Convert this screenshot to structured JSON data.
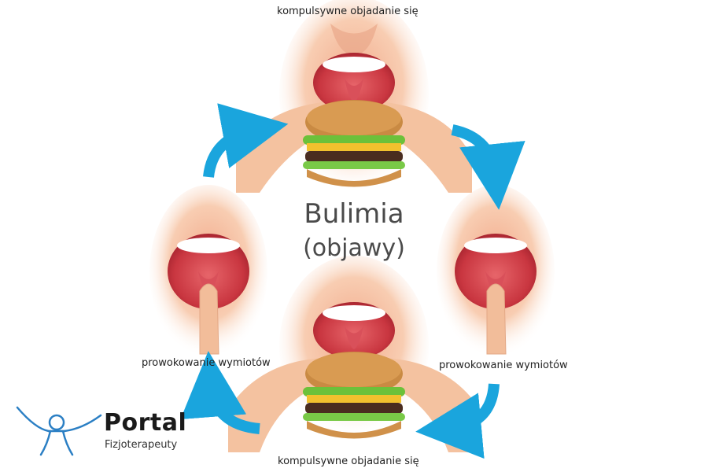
{
  "labels": {
    "top": "kompulsywne objadanie się",
    "bottom": "kompulsywne objadanie się",
    "left": "prowokowanie wymiotów",
    "right": "prowokowanie wymiotów"
  },
  "title": {
    "main": "Bulimia",
    "sub": "(objawy)"
  },
  "logo": {
    "name": "Portal",
    "sub": "Fizjoterapeuty",
    "icon": "stick-figure-icon"
  },
  "colors": {
    "arrow": "#1aa5dd",
    "skin": "#f6c6a6",
    "mouth": "#c8323a",
    "text": "#222222",
    "logo_blue": "#2b7fc4"
  }
}
